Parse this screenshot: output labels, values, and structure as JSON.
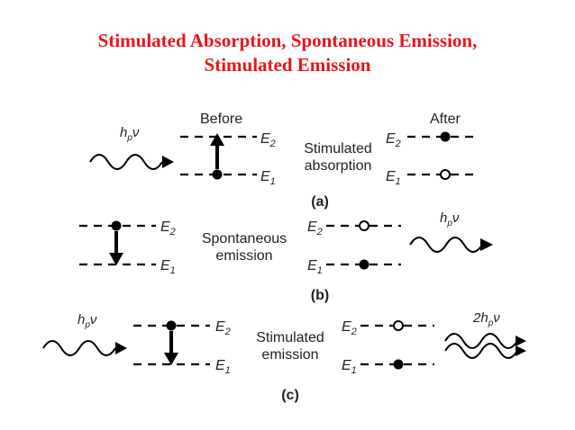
{
  "title": {
    "line1": "Stimulated Absorption, Spontaneous Emission,",
    "line2": "Stimulated Emission",
    "color": "#e8141c"
  },
  "labels": {
    "before": "Before",
    "after": "After",
    "e_letter": "E",
    "e2_sub": "2",
    "e1_sub": "1"
  },
  "photons": {
    "single": "h",
    "sub": "p",
    "nu": "ν",
    "double_coef": "2h"
  },
  "processes": {
    "a": {
      "name_line1": "Stimulated",
      "name_line2": "absorption",
      "tag": "(a)"
    },
    "b": {
      "name_line1": "Spontaneous",
      "name_line2": "emission",
      "tag": "(b)"
    },
    "c": {
      "name_line1": "Stimulated",
      "name_line2": "emission",
      "tag": "(c)"
    }
  },
  "colors": {
    "ink": "#000000",
    "text": "#222222"
  }
}
